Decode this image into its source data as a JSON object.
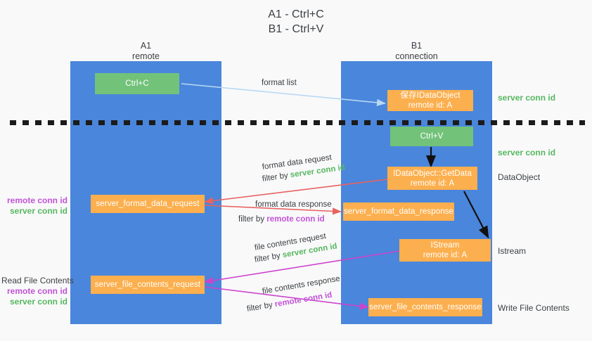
{
  "title": "A1 - Ctrl+C\nB1 - Ctrl+V",
  "columns": [
    {
      "name": "a1",
      "label": "A1\nremote"
    },
    {
      "name": "b1",
      "label": "B1\nconnection"
    }
  ],
  "nodes": [
    {
      "name": "ctrl-c",
      "label": "Ctrl+C",
      "color": "#72c27a"
    },
    {
      "name": "save-idataobject",
      "label": "保存IDataObject\nremote id: A",
      "color": "#fcaf4e"
    },
    {
      "name": "ctrl-v",
      "label": "Ctrl+V",
      "color": "#72c27a"
    },
    {
      "name": "idataobject-getdata",
      "label": "IDataObject::GetData\nremote id: A",
      "color": "#fcaf4e"
    },
    {
      "name": "server-format-data-request",
      "label": "server_format_data_request",
      "color": "#fcaf4e"
    },
    {
      "name": "server-format-data-response",
      "label": "server_format_data_response",
      "color": "#fcaf4e"
    },
    {
      "name": "istream",
      "label": "IStream\nremote id: A",
      "color": "#fcaf4e"
    },
    {
      "name": "server-file-contents-request",
      "label": "server_file_contents_request",
      "color": "#fcaf4e"
    },
    {
      "name": "server-file-contents-response",
      "label": "server_file_contents_response",
      "color": "#fcaf4e"
    }
  ],
  "right_annotations": [
    {
      "name": "server-conn-id-1",
      "label": "server conn id",
      "style": "green"
    },
    {
      "name": "server-conn-id-2",
      "label": "server conn id",
      "style": "green"
    },
    {
      "name": "dataobject",
      "label": "DataObject",
      "style": "dark"
    },
    {
      "name": "istream",
      "label": "Istream",
      "style": "dark"
    },
    {
      "name": "write-file-contents",
      "label": "Write File Contents",
      "style": "dark"
    }
  ],
  "left_annotations": [
    {
      "name": "format-data-conn-ids",
      "lines": [
        {
          "label": "remote conn id",
          "style": "purple"
        },
        {
          "label": "server conn id",
          "style": "green"
        }
      ]
    },
    {
      "name": "read-file-contents",
      "lines": [
        {
          "label": "Read File Contents",
          "style": "dark"
        },
        {
          "label": "remote conn id",
          "style": "purple"
        },
        {
          "label": "server conn id",
          "style": "green"
        }
      ]
    }
  ],
  "edges": [
    {
      "name": "format-list",
      "label": "format list",
      "color": "#b8d8f2"
    },
    {
      "name": "format-data-request",
      "label": "format data request",
      "filter_prefix": "filter by ",
      "filter_value": "server conn id",
      "filter_style": "g",
      "color": "#e8635f"
    },
    {
      "name": "format-data-response",
      "label": "format data response",
      "filter_prefix": "filter by ",
      "filter_value": "remote conn id",
      "filter_style": "p",
      "color": "#e8635f"
    },
    {
      "name": "file-contents-request",
      "label": "file contents request",
      "filter_prefix": "filter by ",
      "filter_value": "server conn id",
      "filter_style": "g",
      "color": "#cc44cc"
    },
    {
      "name": "file-contents-response",
      "label": "file contents response",
      "filter_prefix": "filter by ",
      "filter_value": "remote conn id",
      "filter_style": "p",
      "color": "#cc44cc"
    }
  ],
  "colors": {
    "lane": "#4a86db",
    "green_node": "#72c27a",
    "orange_node": "#fcaf4e",
    "green_text": "#57b85f",
    "purple_text": "#c153d6",
    "red_arrow": "#e8635f",
    "magenta_arrow": "#cc44cc",
    "light_blue_arrow": "#b8d8f2",
    "black_arrow": "#000000",
    "background": "#f9f9fa"
  }
}
